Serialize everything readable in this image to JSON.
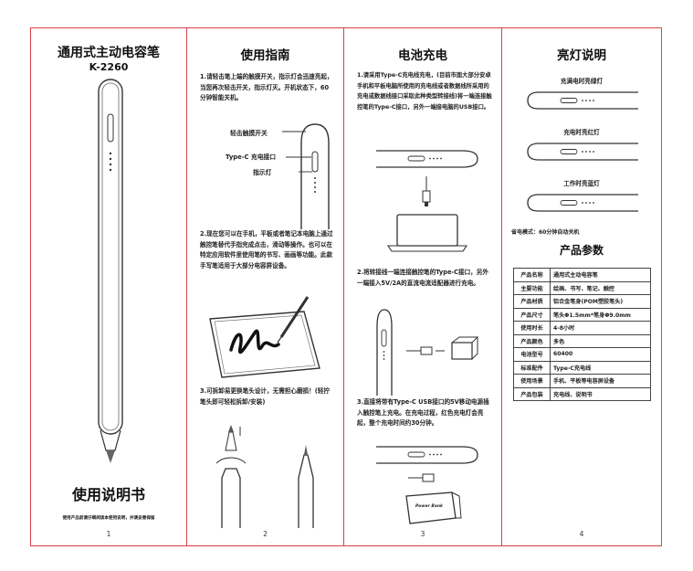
{
  "page1": {
    "title": "通用式主动电容笔",
    "model": "K-2260",
    "manual_title": "使用说明书",
    "notice": "使用产品前请仔细阅读本使用说明，并请妥善保留",
    "page_number": "1"
  },
  "page2": {
    "title": "使用指南",
    "step1": "1.请轻击笔上端的触摸开关，指示灯会迅速亮起，当您再次轻击开关，指示灯灭。开机状态下，60分钟智能关机。",
    "label_switch": "轻击触摸开关",
    "label_port": "Type-C 充电接口",
    "label_indicator": "指示灯",
    "step2": "2.现在您可以在手机，平板或者笔记本电脑上通过触控笔替代手指完成点击，滑动等操作。也可以在特定应用软件里使用笔的书写、画画等功能。此款手写笔适用于大部分电容屏设备。",
    "step3": "3.可拆卸易更换笔头设计，无需担心磨损！(轻拧笔头即可轻松拆卸/安装)",
    "page_number": "2"
  },
  "page3": {
    "title": "电池充电",
    "step1": "1.请采用Type-C充电线充电，(目前市面大部分安卓手机和平板电脑所使用的充电线或者数据线所采用的充电或数据线接口采取此种类型转接线)将一端连接触控笔的Type-C接口，另外一端接电脑的USB接口。",
    "step2": "2.将转接线一端连接触控笔的Type-C接口，另外一端接入5V/2A的直流电流适配器进行充电。",
    "step3": "3.直接将带有Type-C USB接口的5V移动电源插入触控笔上充电。在充电过程，红色充电灯会亮起，整个充电时间约30分钟。",
    "powerbank_text": "Power Bank",
    "page_number": "3"
  },
  "page4": {
    "title": "亮灯说明",
    "light1": "充满电时亮绿灯",
    "light2": "充电时亮红灯",
    "light3": "工作时亮蓝灯",
    "power_save": "省电模式：60分钟自动关机",
    "params_title": "产品参数",
    "specs": [
      {
        "k": "产品名称",
        "v": "通用式主动电容笔"
      },
      {
        "k": "主要功能",
        "v": "绘画、书写、笔记、触控"
      },
      {
        "k": "产品材质",
        "v": "铝合金笔身(POM塑胶笔头)"
      },
      {
        "k": "产品尺寸",
        "v": "笔头Φ1.5mm*笔身Φ9.0mm"
      },
      {
        "k": "使用时长",
        "v": "4-8小时"
      },
      {
        "k": "产品颜色",
        "v": "多色"
      },
      {
        "k": "电池型号",
        "v": "60400"
      },
      {
        "k": "标准配件",
        "v": "Type-C充电线"
      },
      {
        "k": "使用场景",
        "v": "手机、平板等电容屏设备"
      },
      {
        "k": "产品包装",
        "v": "充电线、说明书"
      }
    ],
    "page_number": "4"
  },
  "colors": {
    "border": "#d8404a",
    "ink": "#222222"
  }
}
